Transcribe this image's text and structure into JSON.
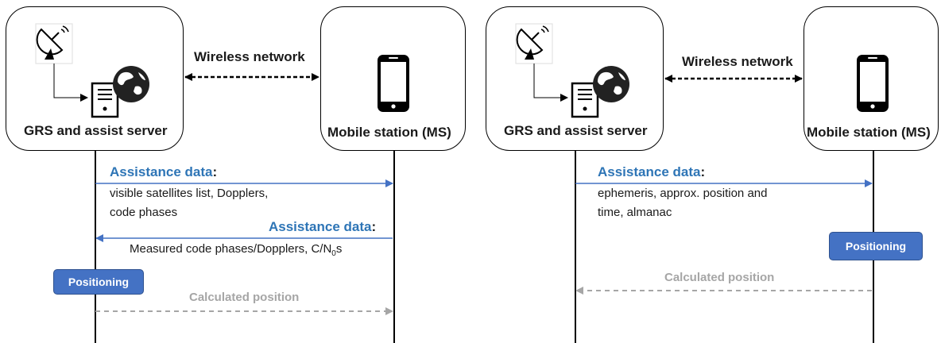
{
  "left": {
    "server_label": "GRS and assist server",
    "mobile_label": "Mobile station (MS)",
    "network_label": "Wireless network",
    "msg1": {
      "title": "Assistance data",
      "colon": ":",
      "lines": [
        "visible satellites list, Dopplers,",
        "code phases"
      ]
    },
    "msg2": {
      "title": "Assistance data",
      "colon": ":",
      "text_before": "Measured code phases/Dopplers, C/N",
      "subscript": "0",
      "text_after": "s"
    },
    "positioning_label": "Positioning",
    "calculated_label": "Calculated position"
  },
  "right": {
    "server_label": "GRS and assist server",
    "mobile_label": "Mobile station (MS)",
    "network_label": "Wireless network",
    "msg1": {
      "title": "Assistance data",
      "colon": ":",
      "lines": [
        "ephemeris, approx. position and",
        "time, almanac"
      ]
    },
    "positioning_label": "Positioning",
    "calculated_label": "Calculated position"
  },
  "colors": {
    "accent_blue": "#2e75b6",
    "arrow_blue": "#4472c4",
    "button_blue": "#4472c4",
    "gray": "#a6a6a6"
  },
  "icons": [
    "satellite-dish-icon",
    "server-icon",
    "globe-icon",
    "smartphone-icon"
  ]
}
